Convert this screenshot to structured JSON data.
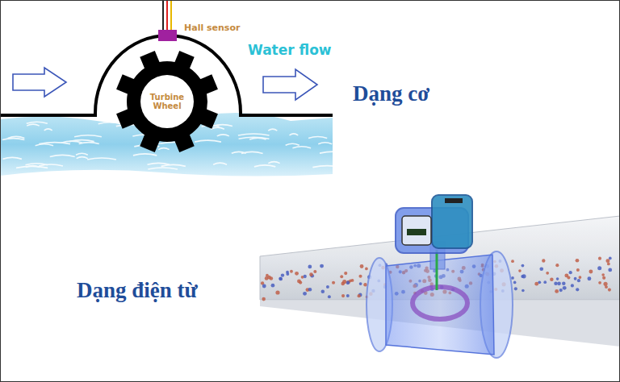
{
  "diagram": {
    "nodes": [
      {
        "text": [
          "Turbine Wheel"
        ]
      }
    ],
    "labels": [
      "Hall sensor",
      "Water flow",
      "Dạng cơ",
      "Dạng điện từ"
    ]
  }
}
